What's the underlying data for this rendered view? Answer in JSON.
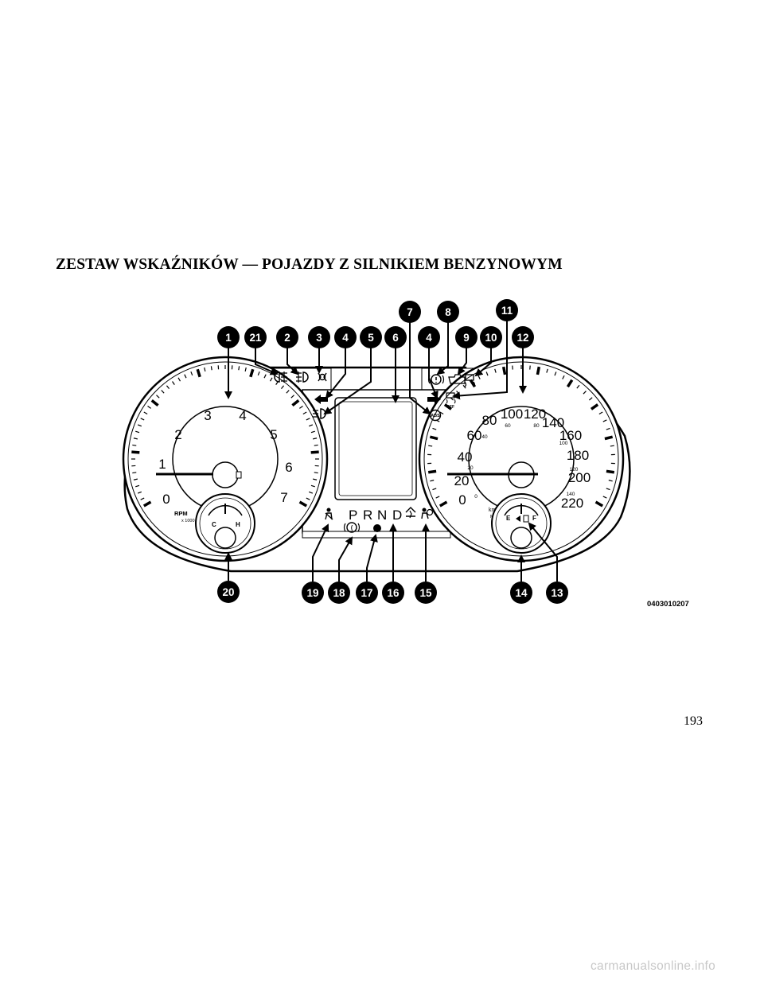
{
  "heading": "ZESTAW WSKAŹNIKÓW — POJAZDY Z SILNIKIEM BENZYNOWYM",
  "figure_id": "0403010207",
  "page_number": "193",
  "watermark": "carmanualsonline.info",
  "callouts": {
    "top": [
      "1",
      "21",
      "2",
      "3",
      "4",
      "5",
      "6",
      "4",
      "9",
      "10",
      "12"
    ],
    "top_upper": [
      "7",
      "8",
      "11"
    ],
    "bottom": [
      "20",
      "19",
      "18",
      "17",
      "16",
      "15",
      "14",
      "13"
    ]
  },
  "tachometer": {
    "scale": [
      "0",
      "1",
      "2",
      "3",
      "4",
      "5",
      "6",
      "7"
    ],
    "unit": "RPM",
    "multiplier": "x 1000",
    "temp_cold": "C",
    "temp_hot": "H"
  },
  "speedometer": {
    "kmh_scale": [
      "0",
      "20",
      "40",
      "60",
      "80",
      "100",
      "120",
      "140",
      "160",
      "180",
      "200",
      "220"
    ],
    "mph_scale": [
      "0",
      "20",
      "40",
      "60",
      "80",
      "100",
      "120",
      "140"
    ],
    "unit_kmh": "km/h",
    "unit_mph": "MPH",
    "fuel_empty": "E",
    "fuel_full": "F",
    "esc_off": "OFF"
  },
  "gear_indicator": [
    "P",
    "R",
    "N",
    "D"
  ],
  "warning_icons": {
    "abs": "ABS"
  }
}
